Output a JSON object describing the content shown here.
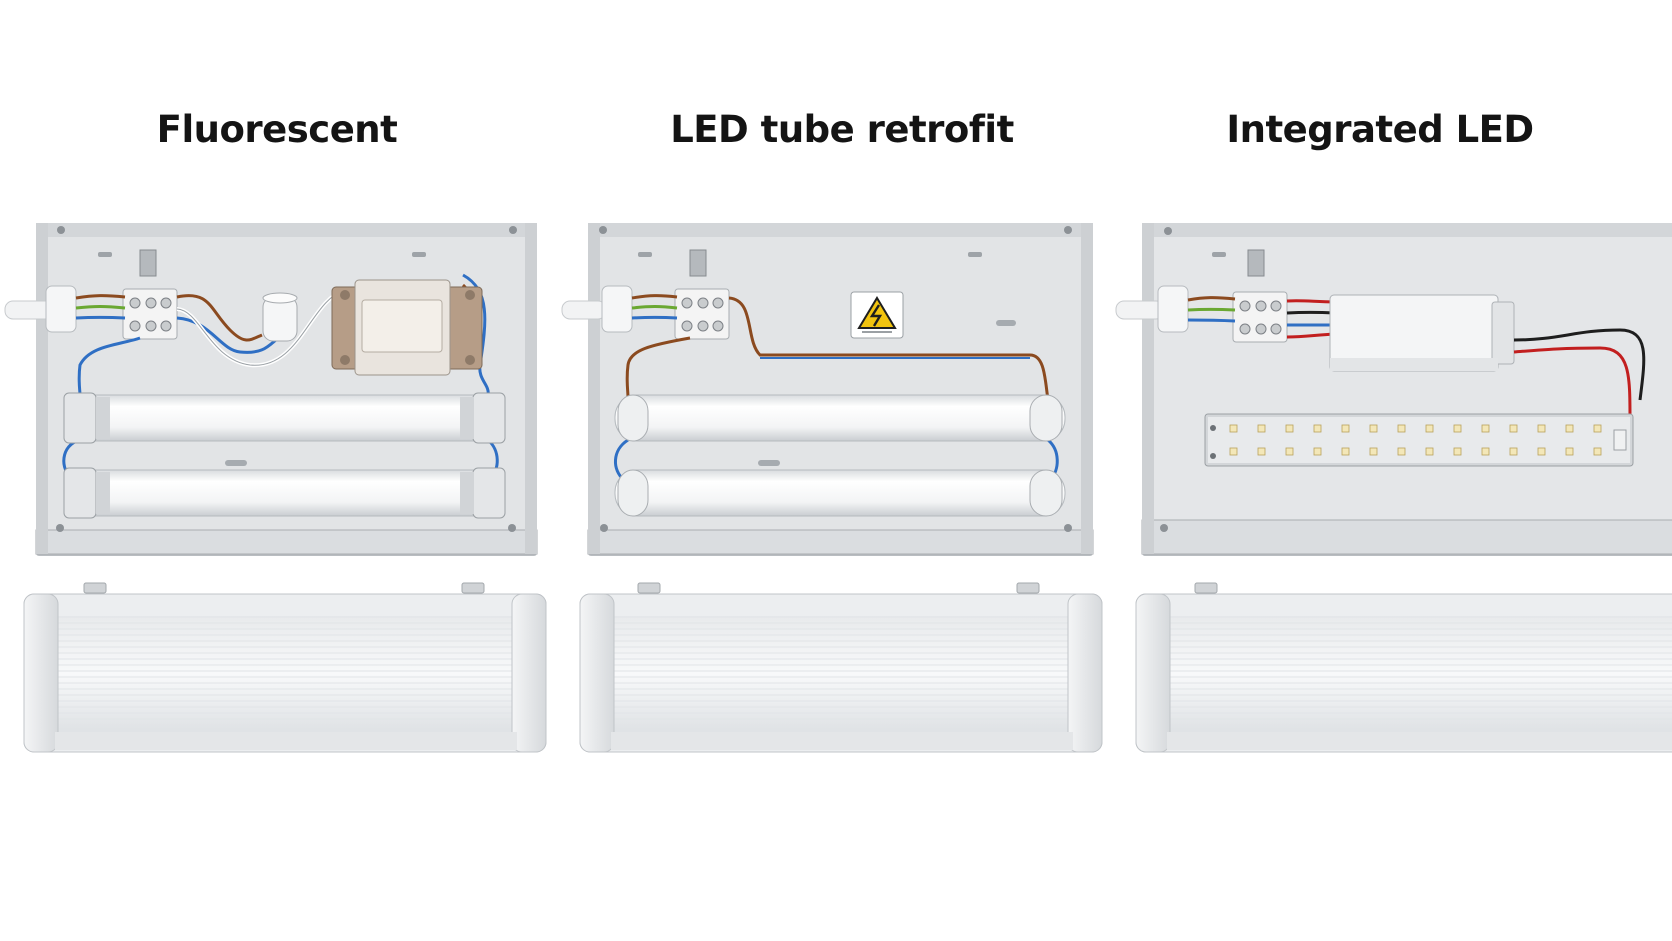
{
  "panels": [
    {
      "title": "Fluorescent"
    },
    {
      "title": "LED tube retrofit"
    },
    {
      "title": "Integrated LED"
    }
  ],
  "icons": [
    "warning-electrical-icon"
  ],
  "colors": {
    "housing": "#e9eaeb",
    "housing_edge": "#9da2a6",
    "wire_brown": "#8b4a1f",
    "wire_blue": "#2f6fc4",
    "wire_green_yellow": "#6aa832",
    "wire_red": "#c21f1f",
    "wire_black": "#1e1e1e",
    "warning_yellow": "#f2c40f"
  }
}
